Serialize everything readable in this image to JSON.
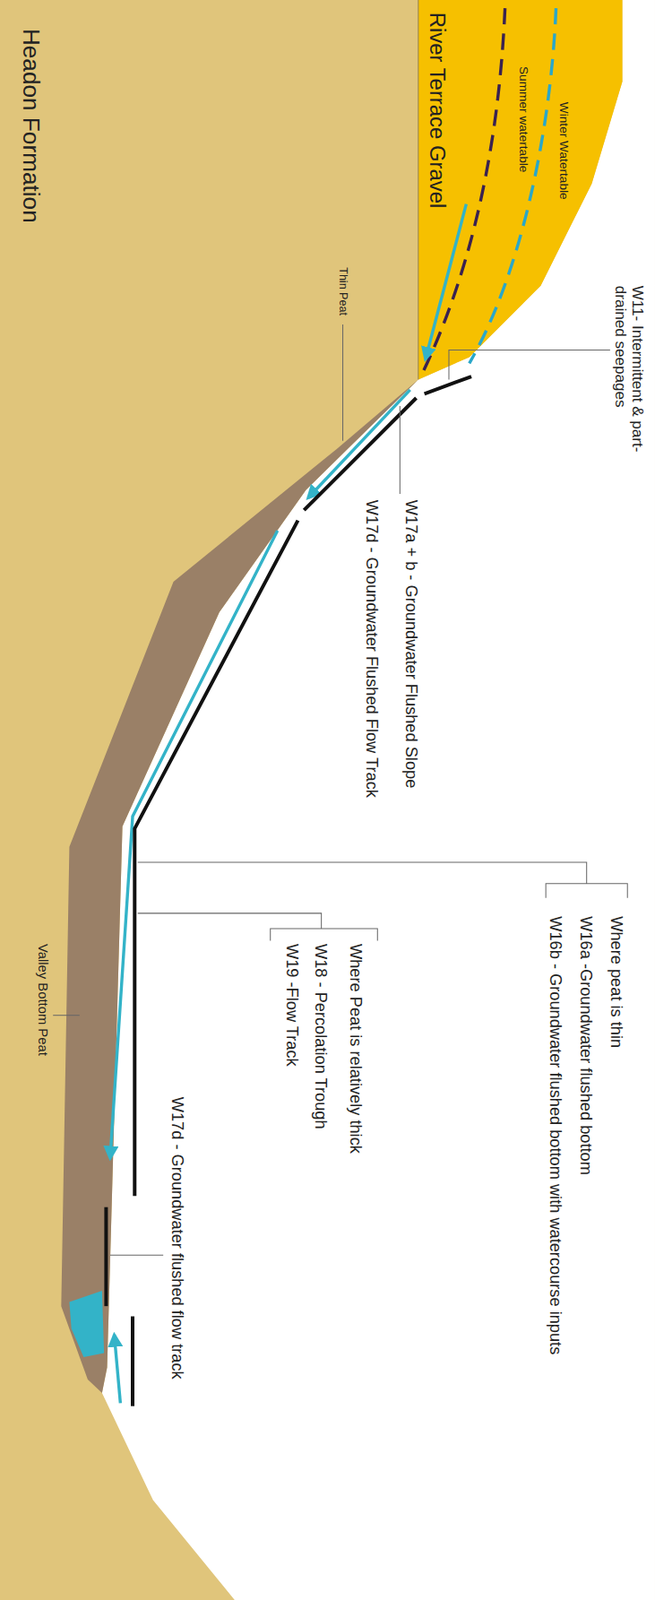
{
  "diagram": {
    "labels": [
      "Headon Formation",
      "River Terrace Gravel",
      "Summer watertable",
      "Winter Watertable",
      "W11- Intermittent & part-drained seepages",
      "Thin Peat",
      "W17a + b - Groundwater Flushed Slope",
      "W17d - Groundwater Flushed Flow Track",
      "Where peat is thin",
      "W16a -Groundwater flushed bottom",
      "W16b - Groundwater flushed bottom with watercourse inputs",
      "Where Peat is relatively thick",
      "W18 - Percolation Trough",
      "W19 -Flow Track",
      "Valley Bottom Peat",
      "W17d - Groundwater flushed flow track"
    ]
  }
}
